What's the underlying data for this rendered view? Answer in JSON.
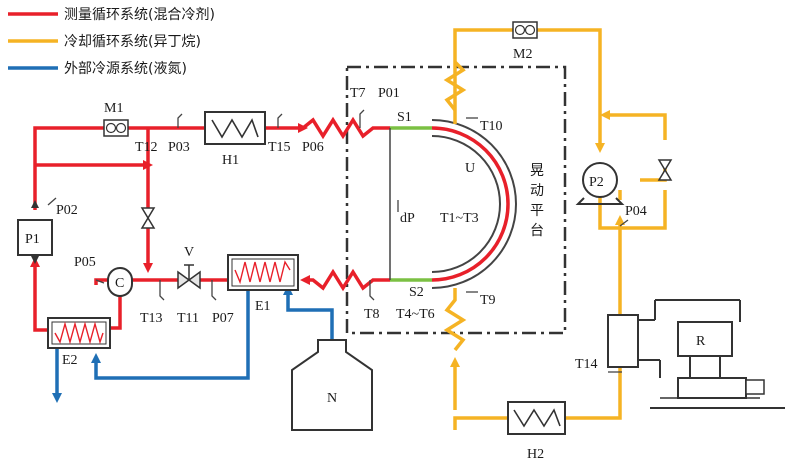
{
  "legend": [
    {
      "label": "测量循环系统(混合冷剂)",
      "color": "#e8202a"
    },
    {
      "label": "冷却循环系统(异丁烷)",
      "color": "#f5b324"
    },
    {
      "label": "外部冷源系统(液氮)",
      "color": "#1f6fb5"
    }
  ],
  "colors": {
    "measure": "#e8202a",
    "cooling": "#f5b324",
    "external": "#1f6fb5",
    "test_green": "#7bc043",
    "frame": "#333333"
  },
  "components": {
    "M1": "M1",
    "M2": "M2",
    "H1": "H1",
    "H2": "H2",
    "E1": "E1",
    "E2": "E2",
    "P1": "P1",
    "P2": "P2",
    "C": "C",
    "V": "V",
    "N": "N",
    "R": "R",
    "U": "U",
    "S1": "S1",
    "S2": "S2",
    "dP": "dP",
    "platform": "晃动平台"
  },
  "sensors": {
    "T7": "T7",
    "P01": "P01",
    "T10": "T10",
    "T12": "T12",
    "P03": "P03",
    "T15": "T15",
    "P06": "P06",
    "P02": "P02",
    "P05": "P05",
    "T13": "T13",
    "T11": "T11",
    "P07": "P07",
    "T8": "T8",
    "T4T6": "T4~T6",
    "T9": "T9",
    "T1T3": "T1~T3",
    "P04": "P04",
    "T14": "T14"
  }
}
